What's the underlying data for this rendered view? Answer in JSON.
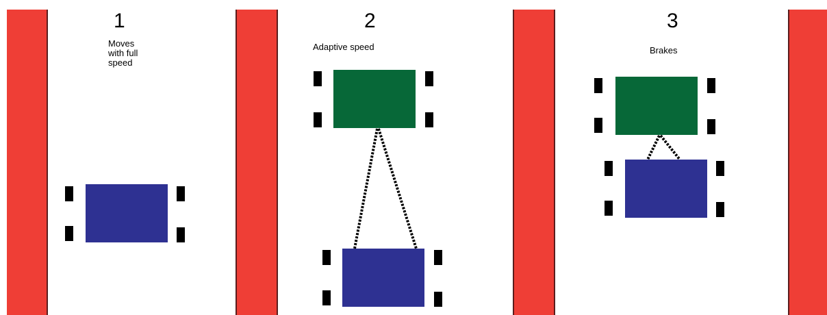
{
  "colors": {
    "barrier": "#ef3e36",
    "barrier_edge": "#5a1d1d",
    "lead_car": "#076838",
    "ego_car": "#2e3192",
    "wheel": "#000000",
    "link": "#000000"
  },
  "panels": [
    {
      "number": "1",
      "caption": [
        "Moves",
        "with full",
        "speed"
      ]
    },
    {
      "number": "2",
      "caption": [
        "Adaptive speed"
      ]
    },
    {
      "number": "3",
      "caption": [
        "Brakes"
      ]
    }
  ]
}
